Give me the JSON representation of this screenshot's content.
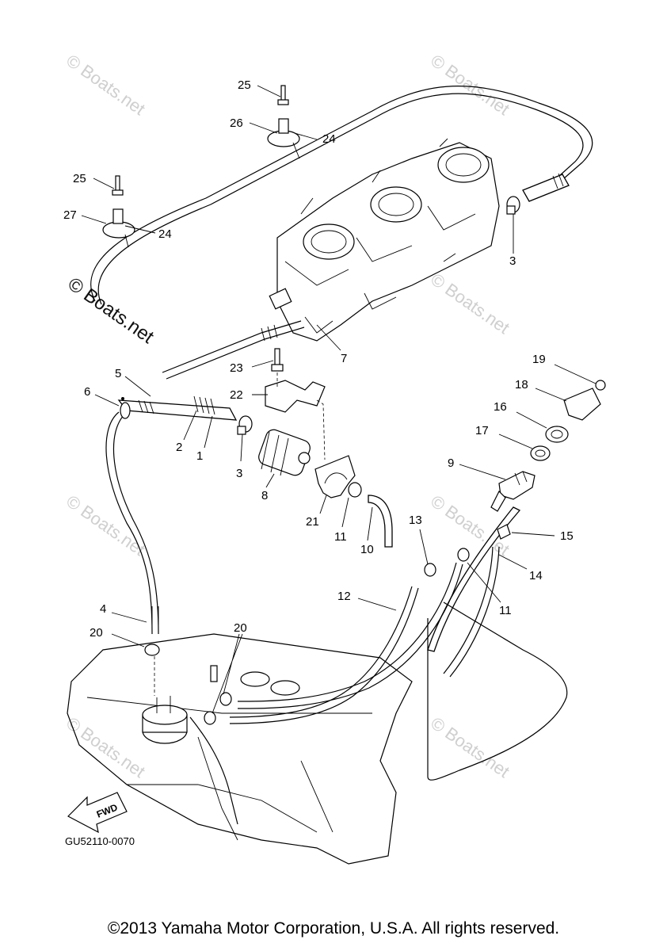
{
  "watermark": {
    "text": "© Boats.net",
    "prominent_text": "© Boats.net"
  },
  "callouts": {
    "c1": "1",
    "c2": "2",
    "c3a": "3",
    "c3b": "3",
    "c4": "4",
    "c5": "5",
    "c6": "6",
    "c7": "7",
    "c8": "8",
    "c9": "9",
    "c10": "10",
    "c11a": "11",
    "c11b": "11",
    "c12": "12",
    "c13": "13",
    "c14": "14",
    "c15": "15",
    "c16": "16",
    "c17": "17",
    "c18": "18",
    "c19": "19",
    "c20a": "20",
    "c20b": "20",
    "c21": "21",
    "c22": "22",
    "c23": "23",
    "c24a": "24",
    "c24b": "24",
    "c25a": "25",
    "c25b": "25",
    "c26": "26",
    "c27": "27"
  },
  "fwd_label": "FWD",
  "diagram_code": "GU52110-0070",
  "footer": "©2013 Yamaha Motor Corporation, U.S.A. All rights reserved."
}
